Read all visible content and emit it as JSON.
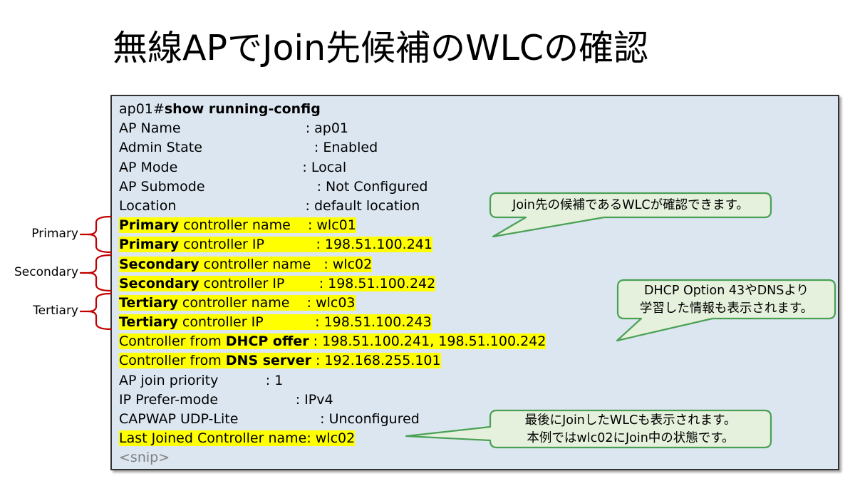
{
  "slide_title": "無線APでJoin先候補のWLCの確認",
  "terminal": {
    "prompt_host": "ap01",
    "command": "show running-config",
    "lines": [
      {
        "pre": "ap01#",
        "bold": "show running-config",
        "post": "",
        "highlight": false
      },
      {
        "pre": "AP Name                             : ap01",
        "bold": "",
        "post": "",
        "highlight": false
      },
      {
        "pre": "Admin State                          : Enabled",
        "bold": "",
        "post": "",
        "highlight": false
      },
      {
        "pre": "AP Mode                             : Local",
        "bold": "",
        "post": "",
        "highlight": false
      },
      {
        "pre": "AP Submode                          : Not Configured",
        "bold": "",
        "post": "",
        "highlight": false
      },
      {
        "pre": "Location                              : default location",
        "bold": "",
        "post": "",
        "highlight": false
      },
      {
        "pre": "",
        "bold": "Primary",
        "post": " controller name    : wlc01",
        "highlight": true
      },
      {
        "pre": "",
        "bold": "Primary",
        "post": " controller IP            : 198.51.100.241",
        "highlight": true
      },
      {
        "pre": "",
        "bold": "Secondary",
        "post": " controller name   : wlc02",
        "highlight": true
      },
      {
        "pre": "",
        "bold": "Secondary",
        "post": " controller IP        : 198.51.100.242",
        "highlight": true
      },
      {
        "pre": "",
        "bold": "Tertiary",
        "post": " controller name    : wlc03",
        "highlight": true
      },
      {
        "pre": "",
        "bold": "Tertiary",
        "post": " controller IP            : 198.51.100.243",
        "highlight": true
      },
      {
        "pre": "Controller from ",
        "bold": "DHCP offer",
        "post": " : 198.51.100.241, 198.51.100.242",
        "highlight": true
      },
      {
        "pre": "Controller from ",
        "bold": "DNS server",
        "post": " : 192.168.255.101",
        "highlight": true
      },
      {
        "pre": "AP join priority           : 1",
        "bold": "",
        "post": "",
        "highlight": false
      },
      {
        "pre": "IP Prefer-mode                  : IPv4",
        "bold": "",
        "post": "",
        "highlight": false
      },
      {
        "pre": "CAPWAP UDP-Lite                   : Unconfigured",
        "bold": "",
        "post": "",
        "highlight": false
      },
      {
        "pre": "Last Joined Controller name: wlc02",
        "bold": "",
        "post": "",
        "highlight": true
      },
      {
        "pre": "<snip>",
        "bold": "",
        "post": "",
        "highlight": false
      }
    ]
  },
  "side_labels": [
    {
      "text": "Primary"
    },
    {
      "text": "Secondary"
    },
    {
      "text": "Tertiary"
    }
  ],
  "callouts": [
    {
      "lines": [
        "Join先の候補であるWLCが確認できます。"
      ]
    },
    {
      "lines": [
        "DHCP Option 43やDNSより",
        "学習した情報も表示されます。"
      ]
    },
    {
      "lines": [
        "最後にJoinしたWLCも表示されます。",
        "本例ではwlc02にJoin中の状態です。"
      ]
    }
  ],
  "colors": {
    "terminal_bg": "#dce6f1",
    "terminal_border": "#333333",
    "highlight_yellow": "#ffff00",
    "callout_fill": "#e5f1dc",
    "callout_stroke": "#4aa155",
    "brace_red": "#c00000",
    "muted_text": "#7f7f7f",
    "text": "#000000"
  }
}
